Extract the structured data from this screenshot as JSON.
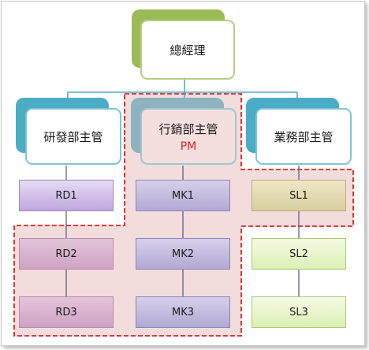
{
  "top": {
    "label": "總經理"
  },
  "heads": [
    {
      "label": "研發部主管",
      "sub": ""
    },
    {
      "label": "行銷部主管",
      "sub": "PM"
    },
    {
      "label": "業務部主管",
      "sub": ""
    }
  ],
  "columns": [
    [
      "RD1",
      "RD2",
      "RD3"
    ],
    [
      "MK1",
      "MK2",
      "MK3"
    ],
    [
      "SL1",
      "SL2",
      "SL3"
    ]
  ],
  "colors": {
    "top_accent": "#9bbb59",
    "top_border": "#9bbb59",
    "head_accent": "#4bacc6",
    "head_border": "#7fc4d6",
    "connector": "#4bacc6",
    "highlight_fill": "#f3dcdc",
    "highlight_border": "#e02020",
    "pm_text": "#e02020",
    "rd_fill": [
      "#e6dcf5",
      "#bfa6de"
    ],
    "rd_border": "#9f86c0",
    "mk_fill": [
      "#cdc7e2",
      "#b1a9d3"
    ],
    "mk_border": "#8c85b8",
    "sl_fill": [
      "#f5fbe4",
      "#dcefb5"
    ],
    "sl_border": "#a9c96f",
    "sl_highlight_fill": [
      "#efe6c4",
      "#d9cfa0"
    ]
  }
}
